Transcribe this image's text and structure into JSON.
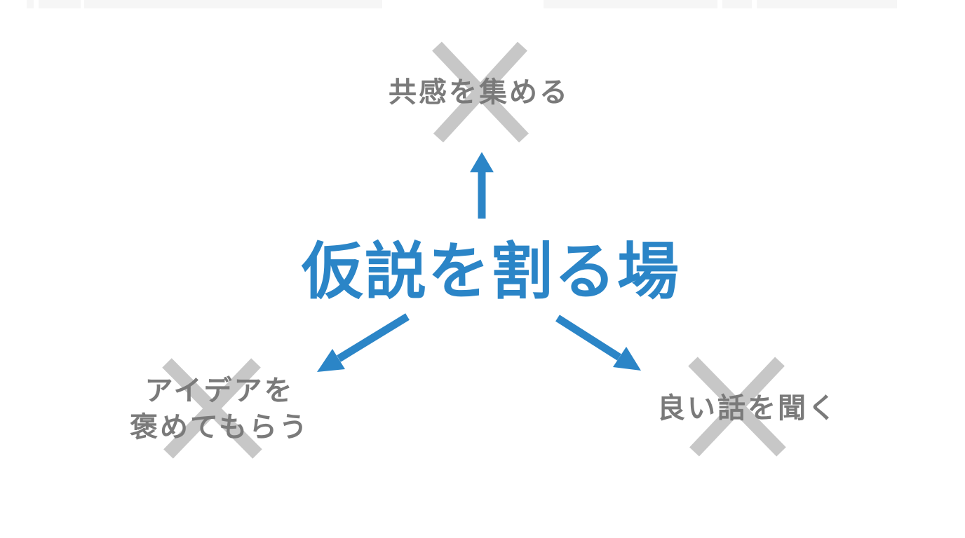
{
  "diagram": {
    "type": "concept-diagram",
    "center": {
      "label": "仮説を割る場"
    },
    "nodes": {
      "top": {
        "label": "共感を集める",
        "crossed_out": true
      },
      "bottom_left": {
        "label_lines": [
          "アイデアを",
          "褒めてもらう"
        ],
        "crossed_out": true
      },
      "bottom_right": {
        "label": "良い話を聞く",
        "crossed_out": true
      }
    },
    "arrows": [
      {
        "from": "center",
        "to": "top",
        "direction": "up"
      },
      {
        "from": "center",
        "to": "bottom_left",
        "direction": "down-left"
      },
      {
        "from": "center",
        "to": "bottom_right",
        "direction": "down-right"
      }
    ]
  },
  "colors": {
    "accent": "#2b85c7",
    "muted-text": "#7a7a7a",
    "cross": "#c7c7c7",
    "edge-bar": "#f6f6f6",
    "background": "#ffffff"
  }
}
